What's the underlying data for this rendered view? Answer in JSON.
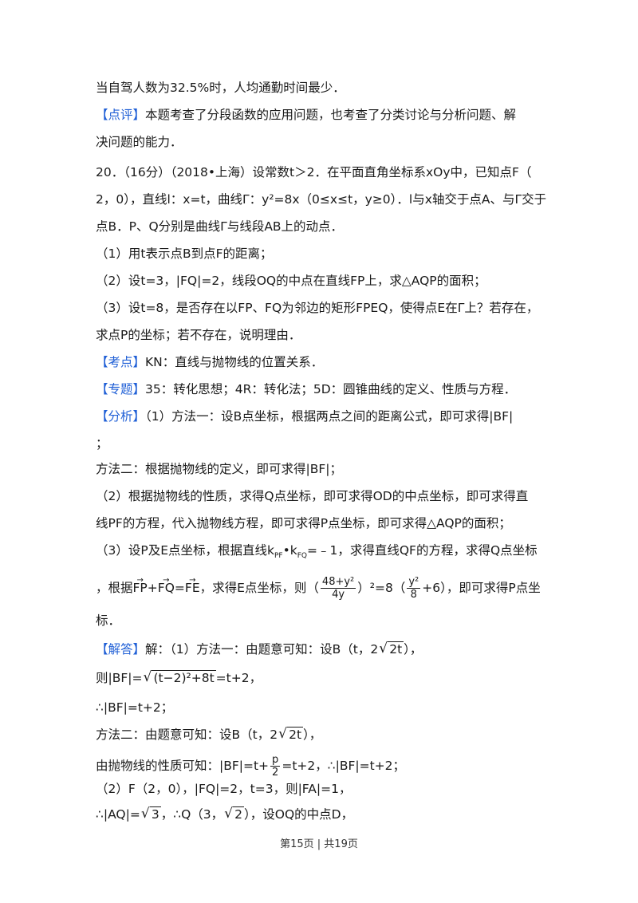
{
  "page": {
    "l01": "当自驾人数为32.5%时，人均通勤时间最少．",
    "l02_tag": "【点评】",
    "l02_text": "本题考查了分段函数的应用问题，也考查了分类讨论与分析问题、解",
    "l03": "决问题的能力．",
    "l04": "20．（16分）（2018•上海）设常数t＞2．在平面直角坐标系xOy中，已知点F（",
    "l05": "2，0），直线l：x=t，曲线Γ：y²=8x（0≤x≤t，y≥0）．l与x轴交于点A、与Γ交于",
    "l06": "点B．P、Q分别是曲线Γ与线段AB上的动点．",
    "l07": "（1）用t表示点B到点F的距离；",
    "l08": "（2）设t=3，|FQ|=2，线段OQ的中点在直线FP上，求△AQP的面积；",
    "l09": "（3）设t=8，是否存在以FP、FQ为邻边的矩形FPEQ，使得点E在Γ上？若存在，",
    "l10": "求点P的坐标；若不存在，说明理由．",
    "l11_tag": "【考点】",
    "l11_text": "KN：直线与抛物线的位置关系．",
    "l12_tag": "【专题】",
    "l12_text": "35：转化思想；4R：转化法；5D：圆锥曲线的定义、性质与方程．",
    "l13_tag": "【分析】",
    "l13_text": "（1）方法一：设B点坐标，根据两点之间的距离公式，即可求得|BF|",
    "l14": "；",
    "l15": "方法二：根据抛物线的定义，即可求得|BF|；",
    "l16": "（2）根据抛物线的性质，求得Q点坐标，即可求得OD的中点坐标，即可求得直",
    "l17": "线PF的方程，代入抛物线方程，即可求得P点坐标，即可求得△AQP的面积；",
    "l18_a": "（3）设P及E点坐标，根据直线k",
    "l18_sub1": "PF",
    "l18_b": "•k",
    "l18_sub2": "FQ",
    "l18_c": "=﹣1，求得直线QF的方程，求得Q点坐标",
    "l19_a": "，根据",
    "l19_v1": "FP",
    "l19_plus": "+",
    "l19_v2": "FQ",
    "l19_eq": "=",
    "l19_v3": "FE",
    "l19_b": "，求得E点坐标，则（",
    "l19_f1_num": "48+y²",
    "l19_f1_den": "4y",
    "l19_c": "）²=8（",
    "l19_f2_num": "y²",
    "l19_f2_den": "8",
    "l19_d": "+6），即可求得P点坐",
    "l20": "标．",
    "l21_tag": "【解答】",
    "l21_a": "解：（1）方法一：由题意可知：设B（t，2",
    "l21_rad": "2t",
    "l21_b": "），",
    "l22_a": "则|BF|=",
    "l22_rad": "(t−2)²+8t",
    "l22_b": "=t+2，",
    "l23": "∴|BF|=t+2；",
    "l24_a": "方法二：由题意可知：设B（t，2",
    "l24_rad": "2t",
    "l24_b": "），",
    "l25_a": "由抛物线的性质可知：|BF|=t+",
    "l25_f_num": "p",
    "l25_f_den": "2",
    "l25_b": "=t+2，∴|BF|=t+2；",
    "l26": "（2）F（2，0），|FQ|=2，t=3，则|FA|=1，",
    "l27_a": "∴|AQ|=",
    "l27_rad1": "3",
    "l27_b": "，∴Q（3，",
    "l27_rad2": "2",
    "l27_c": "），设OQ的中点D，"
  },
  "footer": {
    "text": "第15页 | 共19页"
  }
}
